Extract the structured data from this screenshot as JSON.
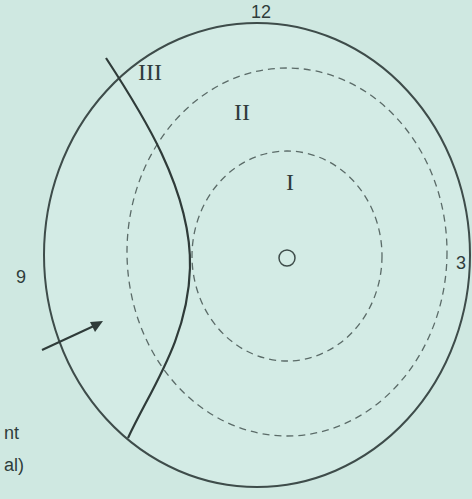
{
  "diagram": {
    "labels": [
      "12",
      "III",
      "II",
      "I",
      "3",
      "9",
      "nt",
      "al)"
    ]
  }
}
